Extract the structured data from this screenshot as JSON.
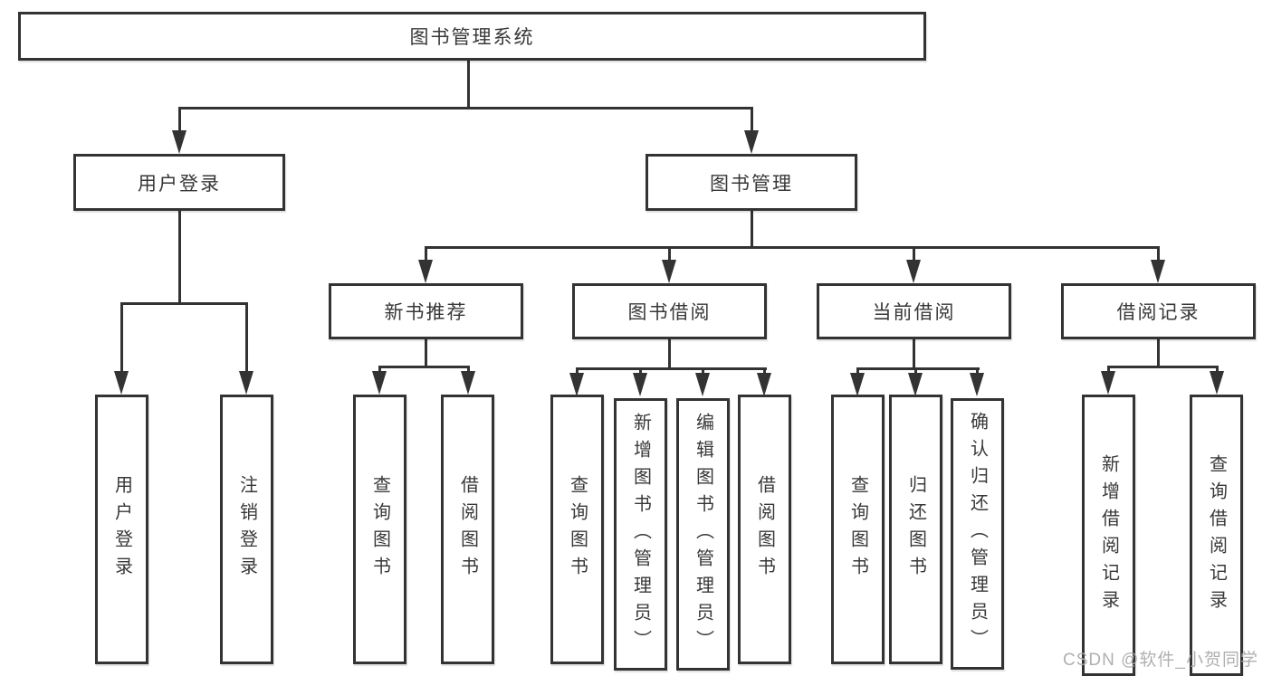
{
  "diagram_type": "hierarchy-tree",
  "tree": {
    "root": {
      "label": "图书管理系统",
      "children": [
        {
          "label": "用户登录",
          "children": [
            {
              "label": "用户登录"
            },
            {
              "label": "注销登录"
            }
          ]
        },
        {
          "label": "图书管理",
          "children": [
            {
              "label": "新书推荐",
              "children": [
                {
                  "label": "查询图书"
                },
                {
                  "label": "借阅图书"
                }
              ]
            },
            {
              "label": "图书借阅",
              "children": [
                {
                  "label": "查询图书"
                },
                {
                  "label": "新增图书（管理员）"
                },
                {
                  "label": "编辑图书（管理员）"
                },
                {
                  "label": "借阅图书"
                }
              ]
            },
            {
              "label": "当前借阅",
              "children": [
                {
                  "label": "查询图书"
                },
                {
                  "label": "归还图书"
                },
                {
                  "label": "确认归还（管理员）"
                }
              ]
            },
            {
              "label": "借阅记录",
              "children": [
                {
                  "label": "新增借阅记录"
                },
                {
                  "label": "查询借阅记录"
                }
              ]
            }
          ]
        }
      ]
    }
  },
  "watermark": {
    "text": "CSDN @软件_小贺同学"
  },
  "colors": {
    "line": "#333333",
    "box_border": "#333333",
    "box_fill": "#ffffff",
    "text": "#383838",
    "background": "#ffffff",
    "watermark": "#acacac"
  }
}
